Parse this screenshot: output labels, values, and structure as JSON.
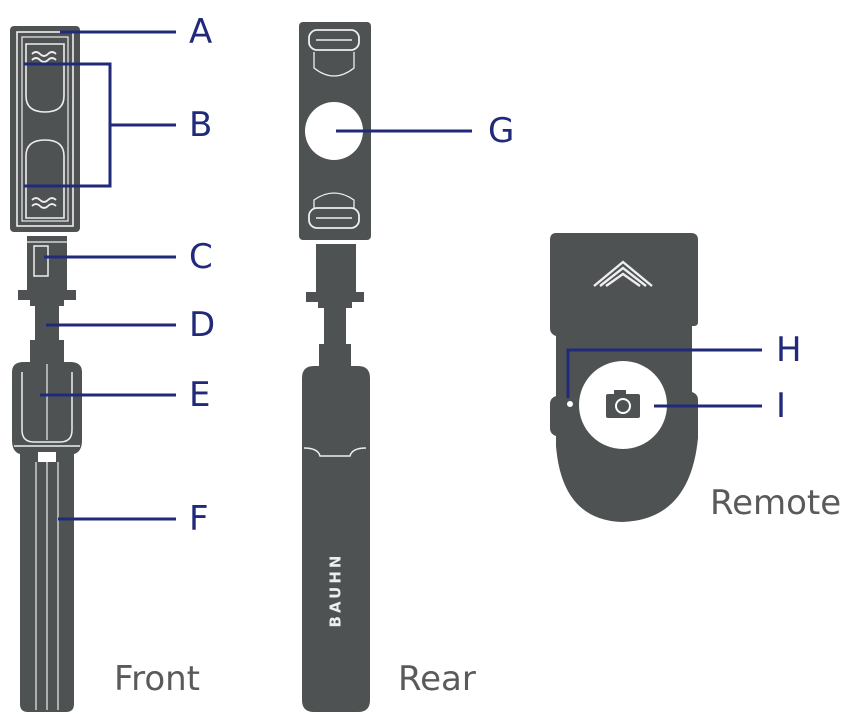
{
  "callouts": {
    "a": "A",
    "b": "B",
    "c": "C",
    "d": "D",
    "e": "E",
    "f": "F",
    "g": "G",
    "h": "H",
    "i": "I"
  },
  "captions": {
    "front": "Front",
    "rear": "Rear",
    "remote": "Remote"
  },
  "brand_text": "BAUHN",
  "colors": {
    "device_body": "#4f5253",
    "device_outline": "#eeeeee",
    "leader_line": "#20297a",
    "caption_text": "#5a5a5a"
  },
  "icons": {
    "remote_button": "camera-icon",
    "remote_top": "chevron-up-icon"
  }
}
